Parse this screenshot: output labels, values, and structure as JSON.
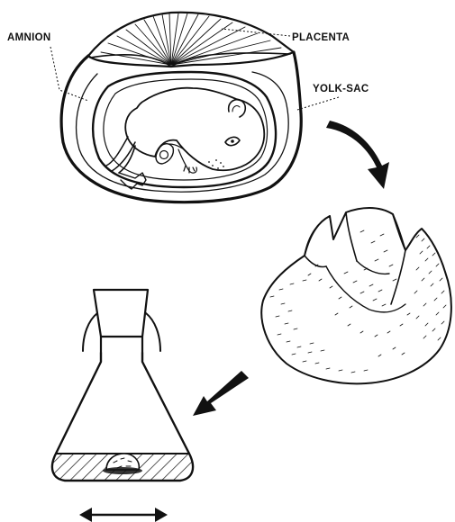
{
  "labels": {
    "amnion": "AMNION",
    "placenta": "PLACENTA",
    "yolk_sac": "YOLK-SAC"
  },
  "colors": {
    "ink": "#111111",
    "background": "#ffffff"
  },
  "icons": [
    "curved-arrow-icon",
    "straight-arrow-icon",
    "double-headed-arrow-icon"
  ]
}
